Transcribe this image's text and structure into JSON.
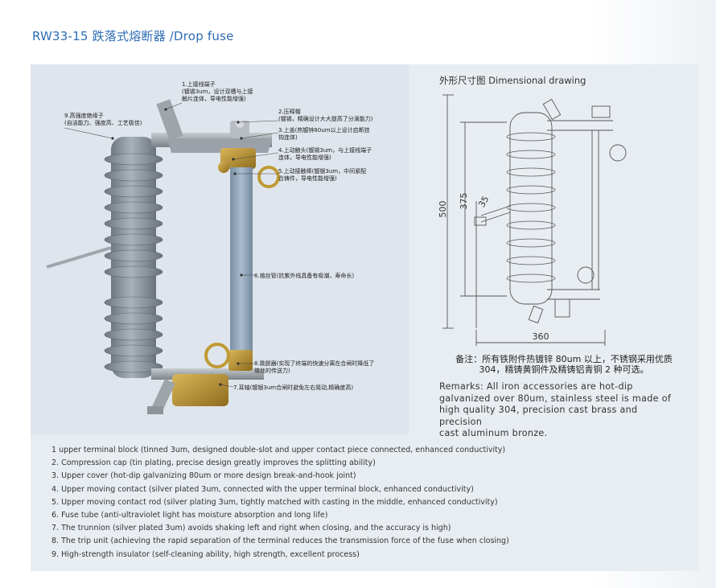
{
  "title": "RW33-15 跌落式熔断器 /Drop fuse",
  "annotations": [
    {
      "id": "a1",
      "lines": [
        "1.上接线端子",
        "(镀锡3um，设计双槽与上接",
        "触片连体，导电性能增强)"
      ]
    },
    {
      "id": "a2",
      "lines": [
        "2.压释帽",
        "(镀锡，精确设计大大提高了分滴能力)"
      ]
    },
    {
      "id": "a3",
      "lines": [
        "3.上盖(热镀锌80um以上设计启断挂",
        "钩连体)"
      ]
    },
    {
      "id": "a4",
      "lines": [
        "4.上动触头(镀锡3um，与上接线端子",
        "连体，导电性能增强)"
      ]
    },
    {
      "id": "a5",
      "lines": [
        "5.上动接触棒(镀银3um，中间紧配",
        "合铸件，导电性能增强)"
      ]
    },
    {
      "id": "a6",
      "lines": [
        "6.熔丝管(抗紫外线具备有吸潮，寿命长)"
      ]
    },
    {
      "id": "a7",
      "lines": [
        "7.耳轴(镀银3um合闸时避免左右晃动,精确度高)"
      ]
    },
    {
      "id": "a8",
      "lines": [
        "8.跳脱器(实现了终端的快速分离在合闸时降低了",
        "熔丝的传送力)"
      ]
    },
    {
      "id": "a9",
      "lines": [
        "9.高强度绝缘子",
        "(自洁能力、强度高、工艺极佳)"
      ]
    }
  ],
  "dimensional": {
    "title": "外形尺寸图 Dimensional drawing",
    "dim_500": "500",
    "dim_375": "375",
    "dim_35": "35",
    "dim_360": "360"
  },
  "note_cn": [
    "备注：所有铁附件热镀锌 80um 以上，不锈钢采用优质",
    "304，精铸黄铜件及精铸铝青铜 2 种可选。"
  ],
  "note_en": [
    "Remarks: All iron accessories are hot-dip",
    "galvanized over 80um, stainless steel is made of",
    "high quality 304, precision cast brass and precision",
    "cast aluminum bronze."
  ],
  "legend": [
    "1 upper terminal block (tinned 3um, designed double-slot and upper contact piece connected, enhanced conductivity)",
    "2. Compression cap (tin plating, precise design greatly improves the splitting ability)",
    "3. Upper cover (hot-dip galvanizing 80um or more design break-and-hook joint)",
    "4. Upper moving contact (silver plated 3um, connected with the upper terminal block, enhanced conductivity)",
    "5. Upper moving contact rod (silver plating 3um, tightly matched with casting in the middle, enhanced conductivity)",
    "6. Fuse tube (anti-ultraviolet light has moisture absorption and long life)",
    "7. The trunnion (silver plated 3um) avoids shaking left and right when closing, and the accuracy is high)",
    "8. The trip unit (achieving the rapid separation of the terminal reduces the transmission force of the fuse when closing)",
    "9. High-strength insulator (self-cleaning ability, high strength, excellent process)"
  ],
  "colors": {
    "title": "#2e6db4",
    "panel": "#e8edf2",
    "insulator": "#8d979f",
    "brass": "#b8922e",
    "tube": "#8fa6bd"
  }
}
